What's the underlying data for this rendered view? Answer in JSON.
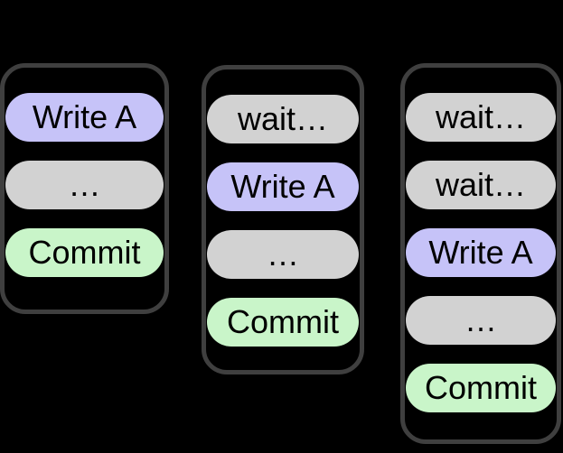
{
  "diagram": {
    "title": "staggered-transactions-diagram",
    "background_color": "#000000",
    "container_border_color": "#3f3f3f",
    "text_color": "#000000",
    "colors": {
      "write": "#c6c3f8",
      "wait": "#d2d2d2",
      "ellipsis": "#d2d2d2",
      "commit": "#c9f5c9"
    },
    "columns": [
      {
        "steps": [
          {
            "type": "write",
            "label": "Write A"
          },
          {
            "type": "ellipsis",
            "label": "…"
          },
          {
            "type": "commit",
            "label": "Commit"
          }
        ]
      },
      {
        "steps": [
          {
            "type": "wait",
            "label": "wait…"
          },
          {
            "type": "write",
            "label": "Write A"
          },
          {
            "type": "ellipsis",
            "label": "…"
          },
          {
            "type": "commit",
            "label": "Commit"
          }
        ]
      },
      {
        "steps": [
          {
            "type": "wait",
            "label": "wait…"
          },
          {
            "type": "wait",
            "label": "wait…"
          },
          {
            "type": "write",
            "label": "Write A"
          },
          {
            "type": "ellipsis",
            "label": "…"
          },
          {
            "type": "commit",
            "label": "Commit"
          }
        ]
      }
    ]
  }
}
